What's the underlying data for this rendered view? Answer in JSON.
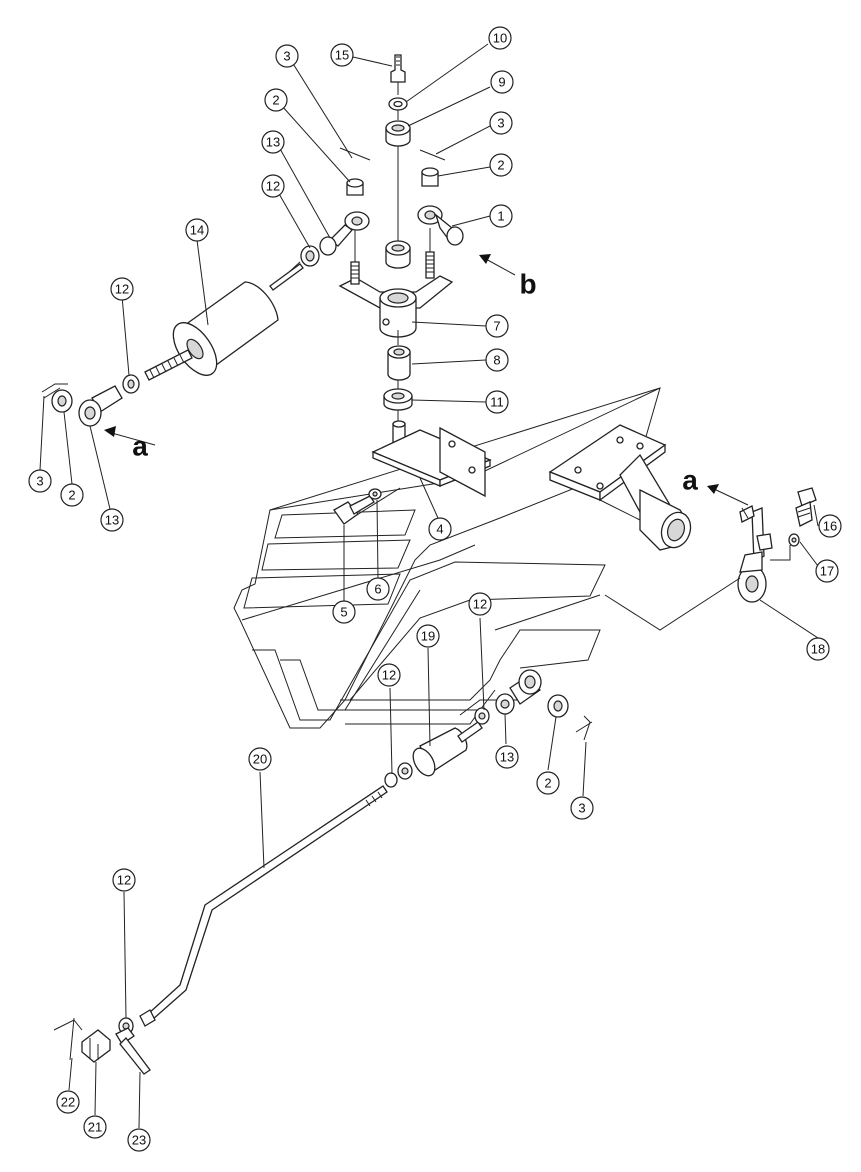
{
  "callouts": [
    {
      "id": "c15a",
      "label": "15"
    },
    {
      "id": "c10a",
      "label": "10"
    },
    {
      "id": "c9a",
      "label": "9"
    },
    {
      "id": "c3a",
      "label": "3"
    },
    {
      "id": "c3b",
      "label": "3"
    },
    {
      "id": "c2a",
      "label": "2"
    },
    {
      "id": "c2b",
      "label": "2"
    },
    {
      "id": "c13a",
      "label": "13"
    },
    {
      "id": "c12a",
      "label": "12"
    },
    {
      "id": "c1a",
      "label": "1"
    },
    {
      "id": "c14a",
      "label": "14"
    },
    {
      "id": "c7a",
      "label": "7"
    },
    {
      "id": "c8a",
      "label": "8"
    },
    {
      "id": "c12b",
      "label": "12"
    },
    {
      "id": "c11a",
      "label": "11"
    },
    {
      "id": "c3c",
      "label": "3"
    },
    {
      "id": "c2c",
      "label": "2"
    },
    {
      "id": "c13b",
      "label": "13"
    },
    {
      "id": "c4a",
      "label": "4"
    },
    {
      "id": "c16a",
      "label": "16"
    },
    {
      "id": "c17a",
      "label": "17"
    },
    {
      "id": "c5a",
      "label": "5"
    },
    {
      "id": "c6a",
      "label": "6"
    },
    {
      "id": "c12c",
      "label": "12"
    },
    {
      "id": "c18a",
      "label": "18"
    },
    {
      "id": "c19a",
      "label": "19"
    },
    {
      "id": "c12d",
      "label": "12"
    },
    {
      "id": "c20a",
      "label": "20"
    },
    {
      "id": "c13c",
      "label": "13"
    },
    {
      "id": "c2d",
      "label": "2"
    },
    {
      "id": "c3d",
      "label": "3"
    },
    {
      "id": "c12e",
      "label": "12"
    },
    {
      "id": "c22a",
      "label": "22"
    },
    {
      "id": "c21a",
      "label": "21"
    },
    {
      "id": "c23a",
      "label": "23"
    }
  ],
  "view_labels": {
    "a_left": "a",
    "b": "b",
    "a_right": "a"
  }
}
